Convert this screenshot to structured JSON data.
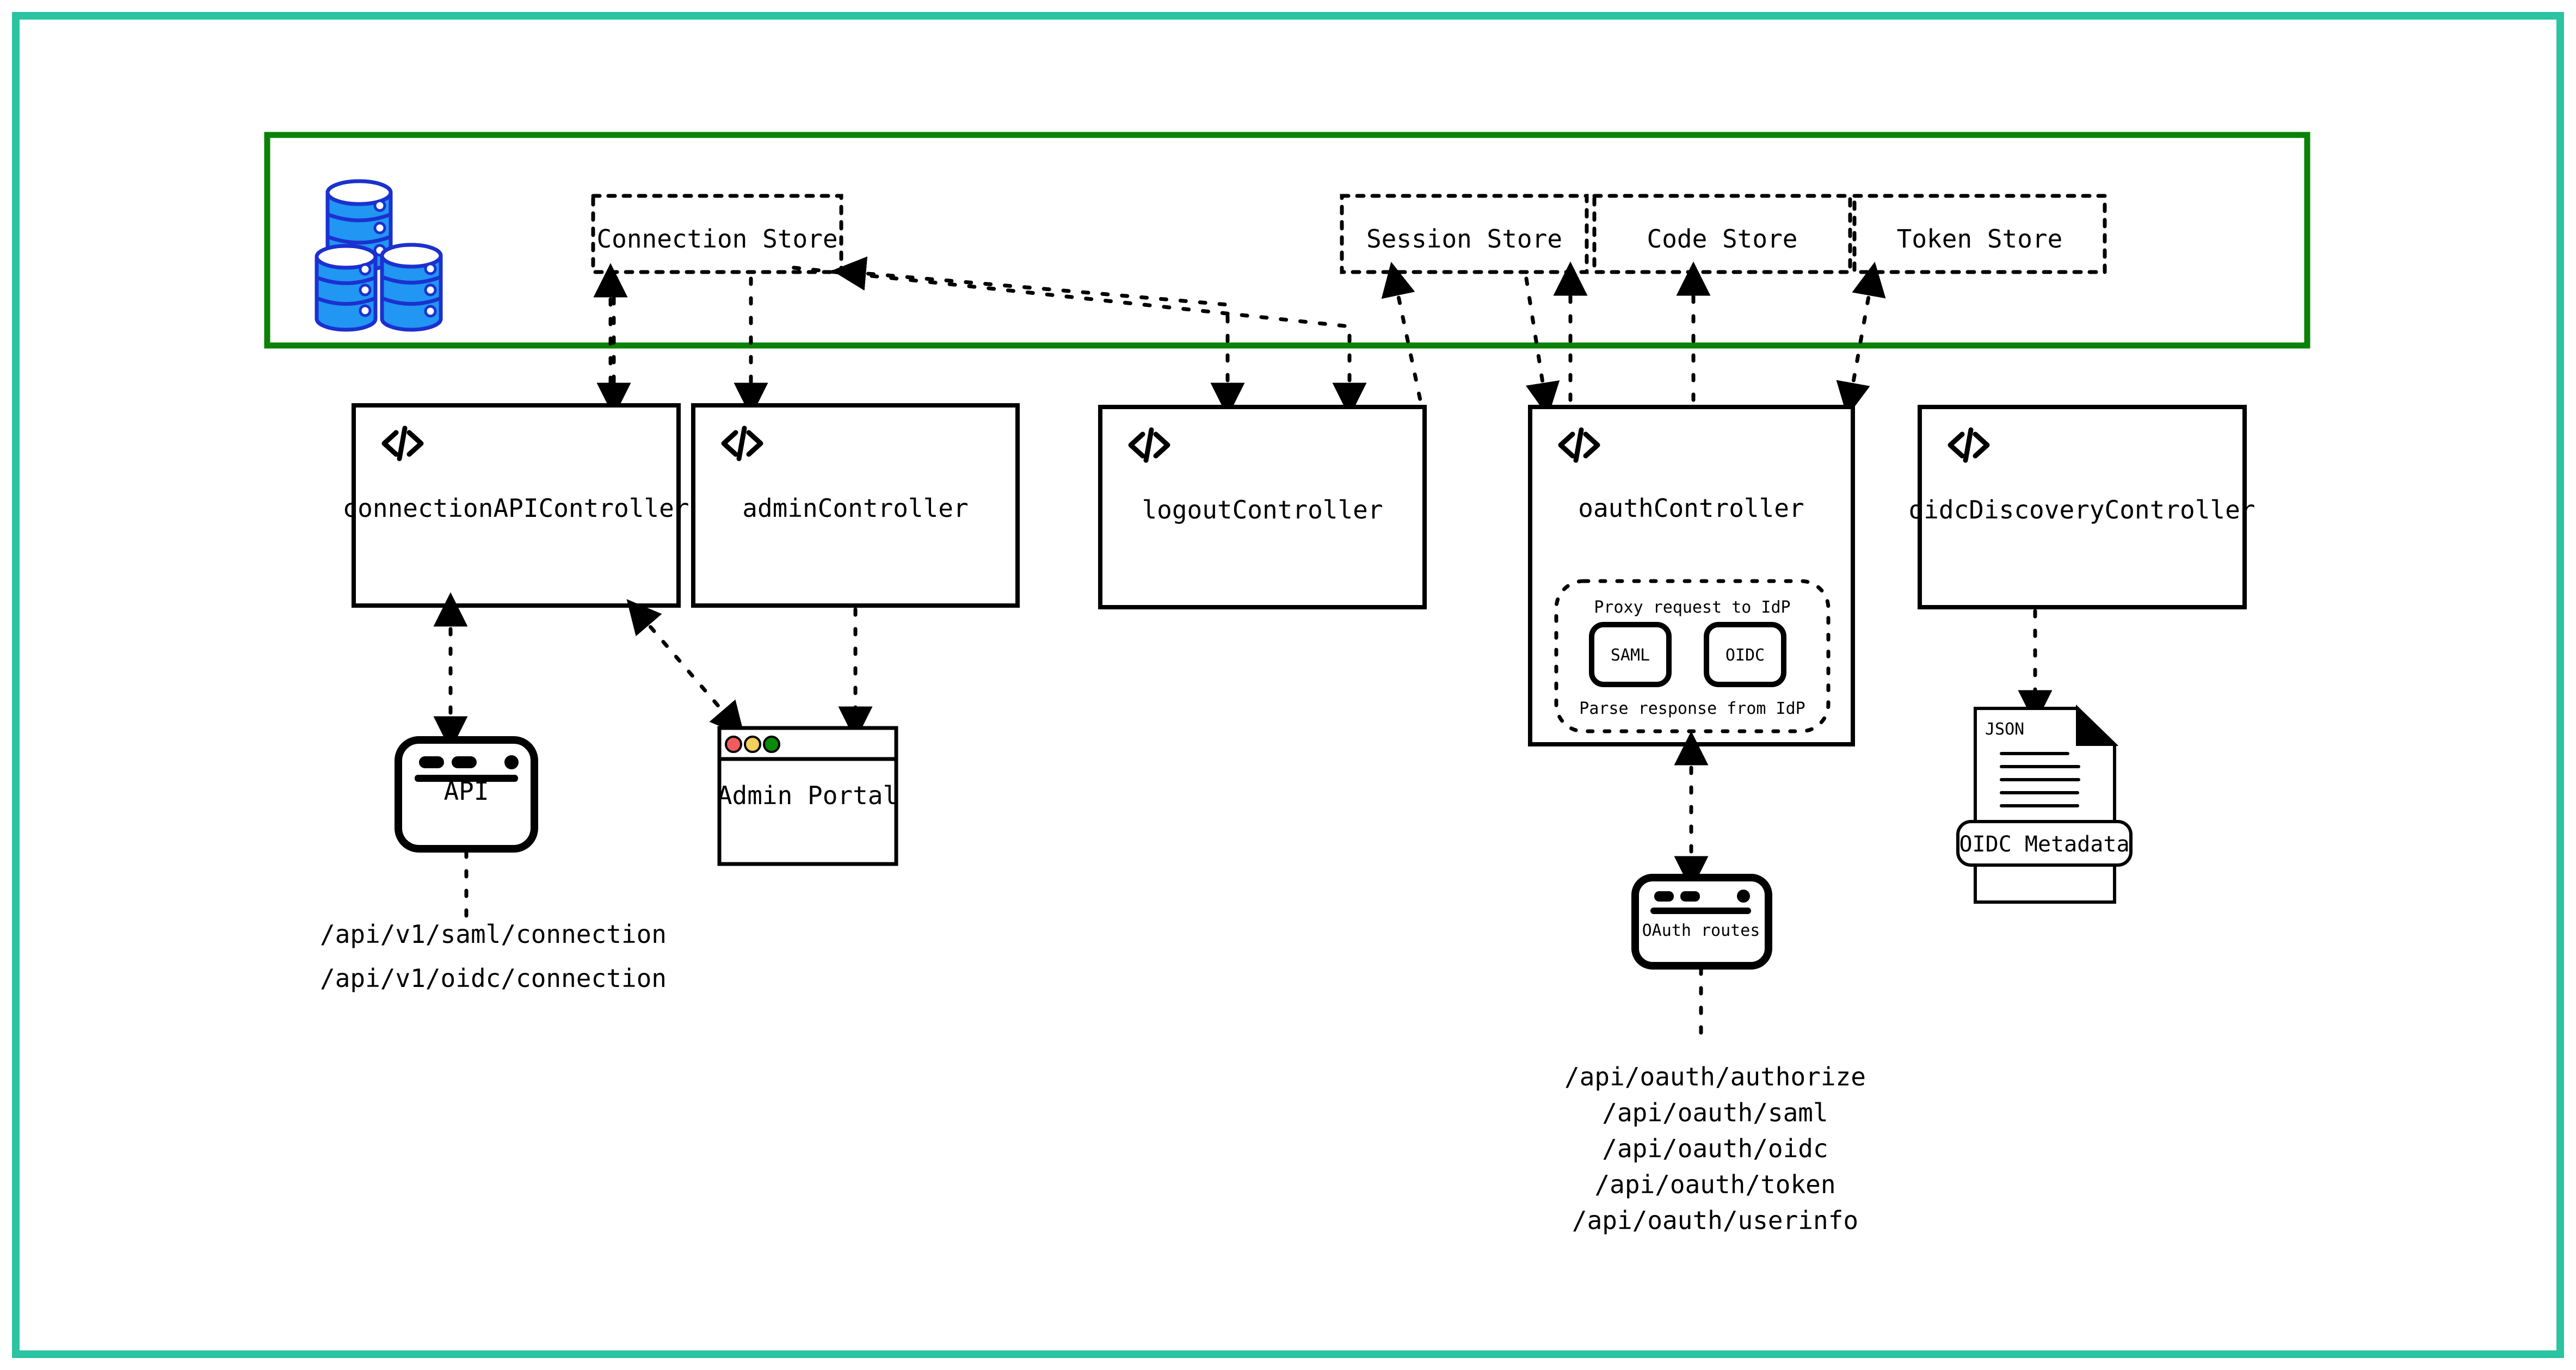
{
  "canvas": {
    "outer_border_color": "#2bc4a0",
    "datastore_panel_border_color": "#0a8206",
    "background": "#ffffff"
  },
  "datastore_panel": {
    "name": "datastore-panel",
    "db_icon": "database-stack-icon",
    "db_fill_color": "#2196f3",
    "db_stroke_color": "#1b31cf",
    "stores": [
      {
        "label": "Connection Store",
        "name": "store-connection"
      },
      {
        "label": "Session Store",
        "name": "store-session"
      },
      {
        "label": "Code Store",
        "name": "store-code"
      },
      {
        "label": "Token Store",
        "name": "store-token"
      }
    ]
  },
  "controllers": [
    {
      "label": "connectionAPIController",
      "icon": "code-icon"
    },
    {
      "label": "adminController",
      "icon": "code-icon"
    },
    {
      "label": "logoutController",
      "icon": "code-icon"
    },
    {
      "label": "oauthController",
      "icon": "code-icon"
    },
    {
      "label": "oidcDiscoveryController",
      "icon": "code-icon"
    }
  ],
  "oauth_inner": {
    "top_label": "Proxy request to IdP",
    "bottom_label": "Parse response from IdP",
    "chips": [
      {
        "label": "SAML"
      },
      {
        "label": "OIDC"
      }
    ]
  },
  "clients": {
    "api_device": {
      "label": "API",
      "icon": "api-window-icon"
    },
    "admin_portal": {
      "label": "Admin Portal",
      "icon": "browser-window-icon",
      "traffic_lights": [
        "#f05c5c",
        "#f2d05a",
        "#0a8a0a"
      ]
    },
    "oauth_routes": {
      "label": "OAuth routes",
      "icon": "browser-window-icon"
    },
    "oidc_metadata": {
      "label": "OIDC Metadata",
      "doc_badge": "JSON",
      "icon": "json-document-icon"
    }
  },
  "endpoints": {
    "connection_api": [
      "/api/v1/saml/connection",
      "/api/v1/oidc/connection"
    ],
    "oauth": [
      "/api/oauth/authorize",
      "/api/oauth/saml",
      "/api/oauth/oidc",
      "/api/oauth/token",
      "/api/oauth/userinfo"
    ]
  }
}
